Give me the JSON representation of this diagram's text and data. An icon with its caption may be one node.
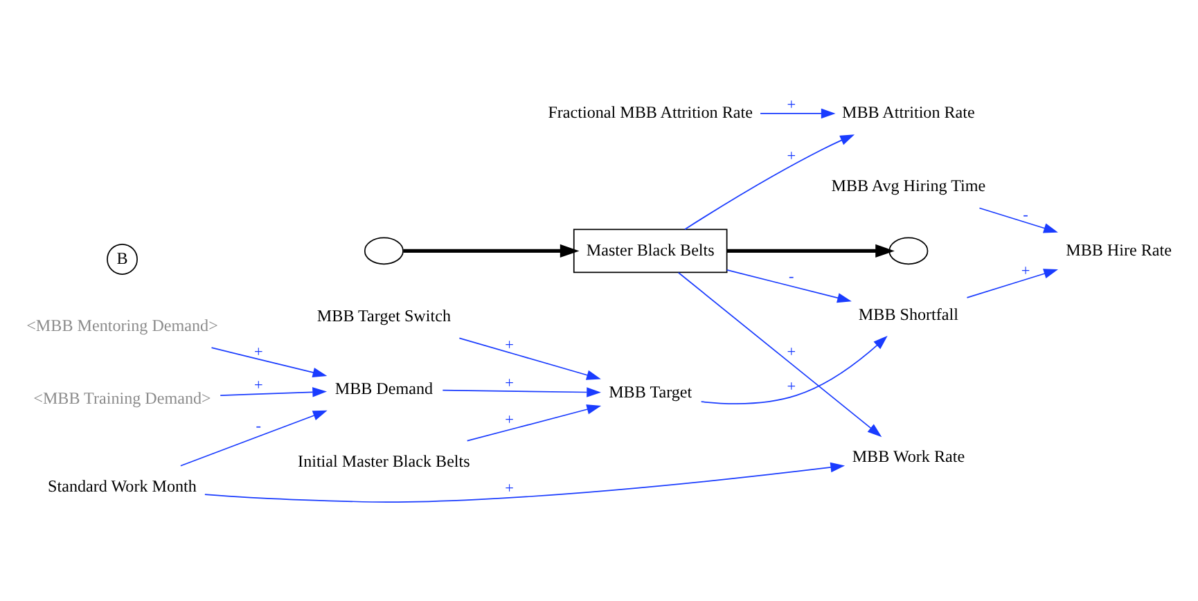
{
  "diagram": {
    "nodes": [
      {
        "text": [
          "Initial Master Black Belts"
        ]
      },
      {
        "text": [
          "MBB Target"
        ]
      },
      {
        "text": [
          "MBB Target Switch"
        ]
      },
      {
        "text": [
          "MBB Shortfall"
        ]
      },
      {
        "text": [
          "Fractional MBB Attrition Rate"
        ]
      },
      {
        "text": [
          "MBB Avg Hiring Time"
        ]
      },
      {
        "text": [
          "MBB Demand"
        ]
      },
      {
        "text": [
          "MBB Hire Rate"
        ]
      },
      {
        "text": [
          "MBB Attrition Rate"
        ]
      },
      {
        "text": [
          "Master Black Belts"
        ]
      },
      {
        "text": [],
        "shape": "cloud"
      },
      {
        "text": [],
        "shape": "cloud"
      },
      {
        "text": [
          "Standard Work Month"
        ]
      },
      {
        "text": [
          "<MBB Training Demand>"
        ]
      },
      {
        "text": [
          "<MBB Mentoring Demand>"
        ]
      },
      {
        "text": [
          "MBB Work Rate"
        ]
      }
    ],
    "edges": [
      {
        "from": 0,
        "to": 1,
        "arrow": "to",
        "label": "+"
      },
      {
        "from": 2,
        "to": 1,
        "arrow": "to",
        "label": "+"
      },
      {
        "from": 6,
        "to": 1,
        "arrow": "to",
        "label": "+"
      },
      {
        "from": 1,
        "to": 3,
        "arrow": "to",
        "label": "+"
      },
      {
        "from": 3,
        "to": 7,
        "arrow": "to",
        "label": "+"
      },
      {
        "from": 5,
        "to": 7,
        "arrow": "to",
        "label": "-"
      },
      {
        "from": 9,
        "to": 3,
        "arrow": "to",
        "label": "-"
      },
      {
        "from": 9,
        "to": 8,
        "arrow": "to",
        "label": "+"
      },
      {
        "from": 4,
        "to": 8,
        "arrow": "to",
        "label": "+"
      },
      {
        "from": 13,
        "to": 6,
        "arrow": "to",
        "label": "+"
      },
      {
        "from": 14,
        "to": 6,
        "arrow": "to",
        "label": "+"
      },
      {
        "from": 12,
        "to": 6,
        "arrow": "to",
        "label": "-"
      },
      {
        "from": 12,
        "to": 15,
        "arrow": "to",
        "label": "+"
      },
      {
        "from": 9,
        "to": 15,
        "arrow": "to",
        "label": "+"
      },
      {
        "from": 10,
        "to": 9,
        "arrow": "to",
        "style": "thick",
        "color": "#000000"
      },
      {
        "from": 9,
        "to": 11,
        "arrow": "to",
        "style": "thick",
        "color": "#000000"
      }
    ],
    "labels": [
      "B"
    ]
  }
}
